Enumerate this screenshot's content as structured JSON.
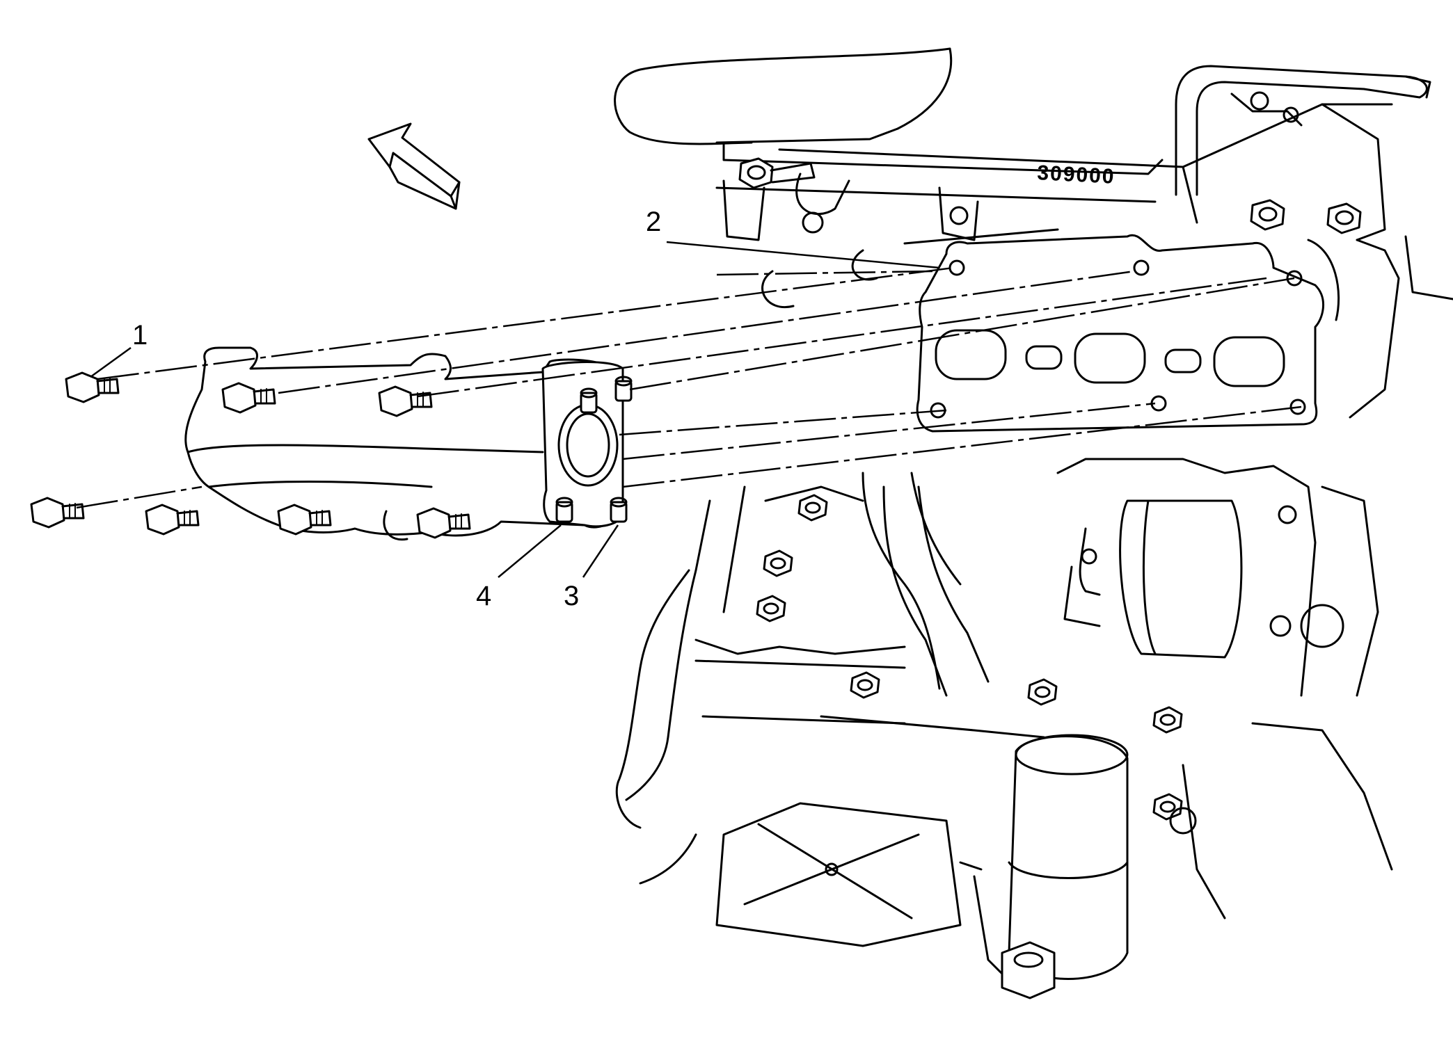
{
  "callouts": [
    {
      "id": "1",
      "label": "1"
    },
    {
      "id": "2",
      "label": "2"
    },
    {
      "id": "3",
      "label": "3"
    },
    {
      "id": "4",
      "label": "4"
    }
  ],
  "engine_stamp": "309000",
  "colors": {
    "line": "#000000",
    "background": "#ffffff"
  },
  "icons": {
    "view_direction": "arrow-icon"
  }
}
